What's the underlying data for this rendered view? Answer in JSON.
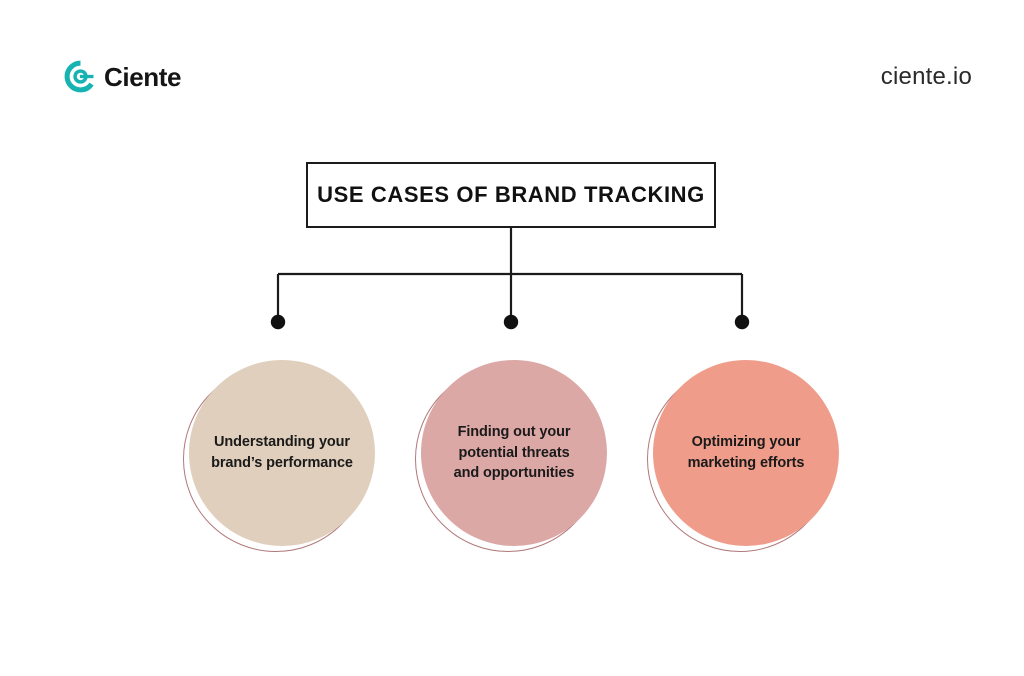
{
  "header": {
    "logo_word": "Ciente",
    "logo_icon": "ciente-circle-logomark",
    "logo_color": "#17b3b3",
    "site_url": "ciente.io"
  },
  "title": {
    "text": "USE CASES OF BRAND TRACKING"
  },
  "diagram": {
    "type": "tree",
    "connector_color": "#1b1b1b",
    "nodes": [
      {
        "id": "node-1",
        "label": "Understanding your\nbrand’s performance",
        "fill": "#E0CFBC",
        "ring": "#b0787a"
      },
      {
        "id": "node-2",
        "label": "Finding out your\npotential threats\nand opportunities",
        "fill": "#DBA8A6",
        "ring": "#b0787a"
      },
      {
        "id": "node-3",
        "label": "Optimizing your\nmarketing efforts",
        "fill": "#EF9D8A",
        "ring": "#b0787a"
      }
    ]
  }
}
